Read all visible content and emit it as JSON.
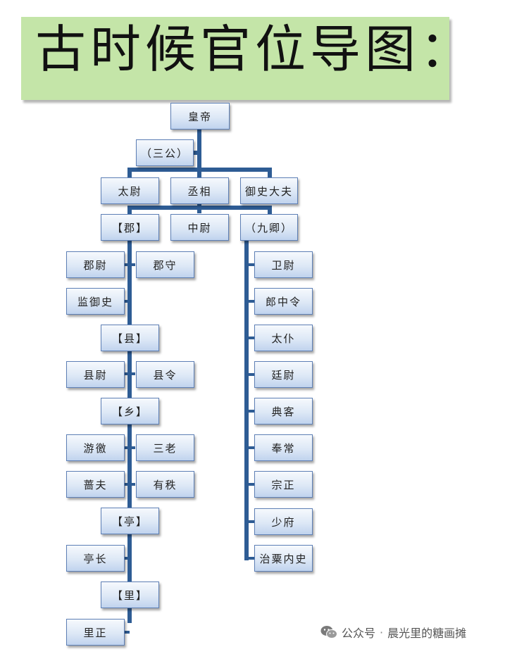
{
  "title": "古时候官位导图：",
  "org": {
    "emperor": "皇帝",
    "three_dukes": "（三公）",
    "taiwei": "太尉",
    "chengxiang": "丞相",
    "yushidafu": "御史大夫",
    "commandery": "【郡】",
    "zhongwei": "中尉",
    "nine_ministers": "（九卿）",
    "junwei": "郡尉",
    "junshou": "郡守",
    "jianyushi": "监御史",
    "county": "【县】",
    "xianwei": "县尉",
    "xianling": "县令",
    "township": "【乡】",
    "youjiao": "游徼",
    "sanlao": "三老",
    "sefu": "蔷夫",
    "youzhi": "有秩",
    "pavilion": "【亭】",
    "tingzhang": "亭长",
    "village": "【里】",
    "lizheng": "里正",
    "ministers": [
      "卫尉",
      "郎中令",
      "太仆",
      "廷尉",
      "典客",
      "奉常",
      "宗正",
      "少府",
      "治粟内史"
    ]
  },
  "watermark": {
    "icon": "wechat-icon",
    "label": "公众号",
    "dot": "·",
    "account": "晨光里的糖画摊"
  }
}
